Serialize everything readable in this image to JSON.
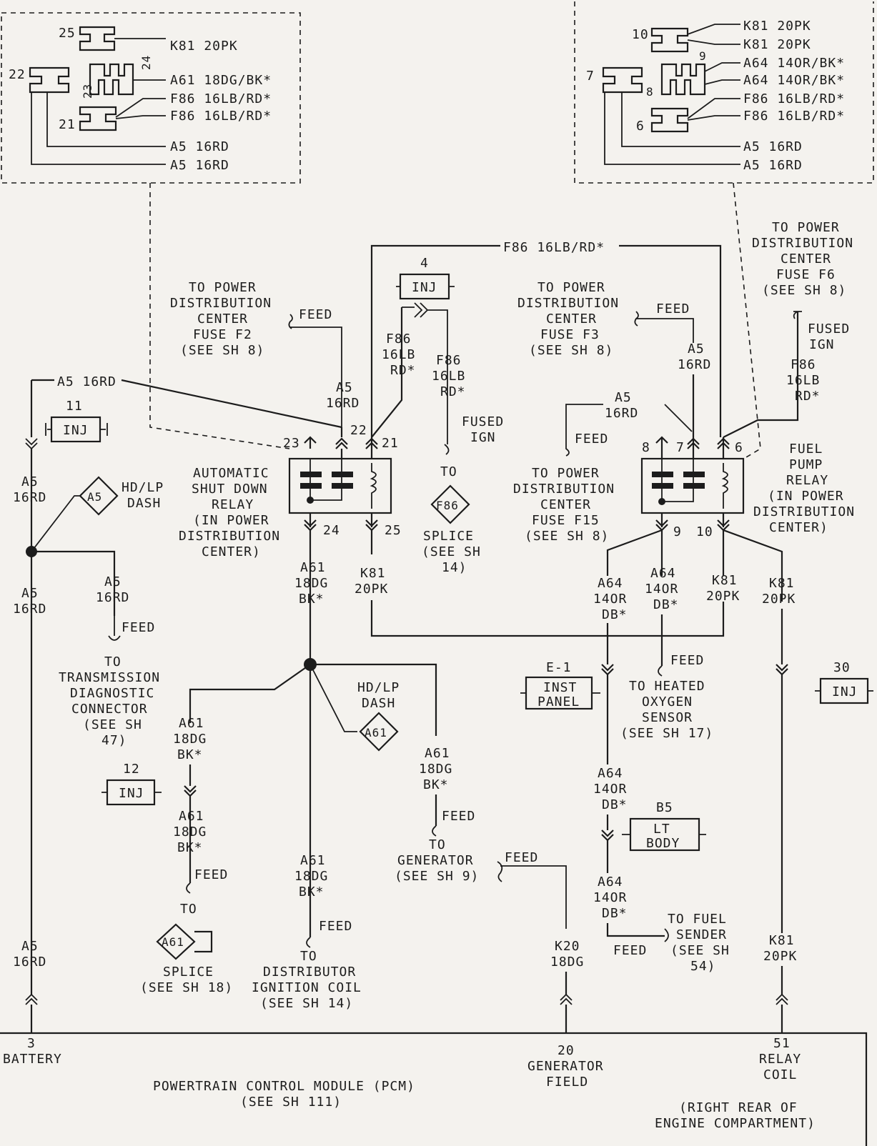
{
  "inset_left": {
    "pins": [
      "25",
      "22",
      "24",
      "23",
      "21"
    ],
    "wires": [
      "K81 20PK",
      "A61 18DG/BK*",
      "F86 16LB/RD*",
      "F86 16LB/RD*",
      "A5 16RD",
      "A5 16RD"
    ]
  },
  "inset_right": {
    "pins": [
      "10",
      "7",
      "9",
      "8",
      "6"
    ],
    "wires": [
      "K81 20PK",
      "K81 20PK",
      "A64 14OR/BK*",
      "A64 14OR/BK*",
      "F86 16LB/RD*",
      "F86 16LB/RD*",
      "A5 16RD",
      "A5 16RD"
    ]
  },
  "top_wire": "F86 16LB/RD*",
  "pdc_f2": [
    "TO POWER",
    "DISTRIBUTION",
    "CENTER",
    "FUSE F2",
    "(SEE SH 8)"
  ],
  "pdc_f3": [
    "TO POWER",
    "DISTRIBUTION",
    "CENTER",
    "FUSE F3",
    "(SEE SH 8)"
  ],
  "pdc_f6": [
    "TO POWER",
    "DISTRIBUTION",
    "CENTER",
    "FUSE F6",
    "(SEE SH 8)"
  ],
  "pdc_f15": [
    "TO POWER",
    "DISTRIBUTION",
    "CENTER",
    "FUSE F15",
    "(SEE SH 8)"
  ],
  "feed": "FEED",
  "fused_ign": [
    "FUSED",
    "IGN"
  ],
  "inj": "INJ",
  "inj_numbers": [
    "4",
    "11",
    "12",
    "30"
  ],
  "wires": {
    "a5": "A5 16RD",
    "a5_l1": "A5",
    "a5_l2": "16RD",
    "f86_l1": "F86",
    "f86_l2": "16LB",
    "f86_l3": "RD*",
    "a61_l1": "A61",
    "a61_l2": "18DG",
    "a61_l3": "BK*",
    "k81_l1": "K81",
    "k81_l2": "20PK",
    "a64_l1": "A64",
    "a64_l2": "14OR",
    "a64_l3": "DB*",
    "k20_l1": "K20",
    "k20_l2": "18DG"
  },
  "asd_relay": {
    "label": [
      "AUTOMATIC",
      "SHUT DOWN",
      "RELAY",
      "(IN POWER",
      "DISTRIBUTION",
      "CENTER)"
    ],
    "pins": [
      "23",
      "22",
      "21",
      "24",
      "25"
    ]
  },
  "fuel_relay": {
    "label": [
      "FUEL",
      "PUMP",
      "RELAY",
      "(IN POWER",
      "DISTRIBUTION",
      "CENTER)"
    ],
    "pins": [
      "8",
      "7",
      "6",
      "9",
      "10"
    ]
  },
  "hd_lp_dash": [
    "HD/LP",
    "DASH"
  ],
  "splice_f86": [
    "SPLICE",
    "(SEE SH",
    "14)"
  ],
  "splice_a61": [
    "SPLICE",
    "(SEE SH 18)"
  ],
  "splice_ids": [
    "A5",
    "F86",
    "A61",
    "A61"
  ],
  "to": "TO",
  "transmission": [
    "TO",
    "TRANSMISSION",
    "DIAGNOSTIC",
    "CONNECTOR",
    "(SEE SH",
    "47)"
  ],
  "distributor": [
    "TO",
    "DISTRIBUTOR",
    "IGNITION COIL",
    "(SEE SH 14)"
  ],
  "generator": [
    "TO",
    "GENERATOR",
    "(SEE SH 9)"
  ],
  "heated_o2": [
    "TO HEATED",
    "OXYGEN",
    "SENSOR",
    "(SEE SH 17)"
  ],
  "fuel_sender": [
    "TO FUEL",
    "SENDER",
    "(SEE SH",
    "54)"
  ],
  "inst_panel": {
    "id": "E-1",
    "lines": [
      "INST",
      "PANEL"
    ]
  },
  "lt_body": {
    "id": "B5",
    "lines": [
      "LT",
      "BODY"
    ]
  },
  "pcm": {
    "title": [
      "POWERTRAIN CONTROL MODULE (PCM)",
      "(SEE SH 111)"
    ],
    "battery": [
      "3",
      "BATTERY"
    ],
    "gen_field": [
      "20",
      "GENERATOR",
      "FIELD"
    ],
    "relay_coil": [
      "51",
      "RELAY",
      "COIL"
    ],
    "location": [
      "(RIGHT REAR OF",
      "ENGINE COMPARTMENT)"
    ]
  }
}
